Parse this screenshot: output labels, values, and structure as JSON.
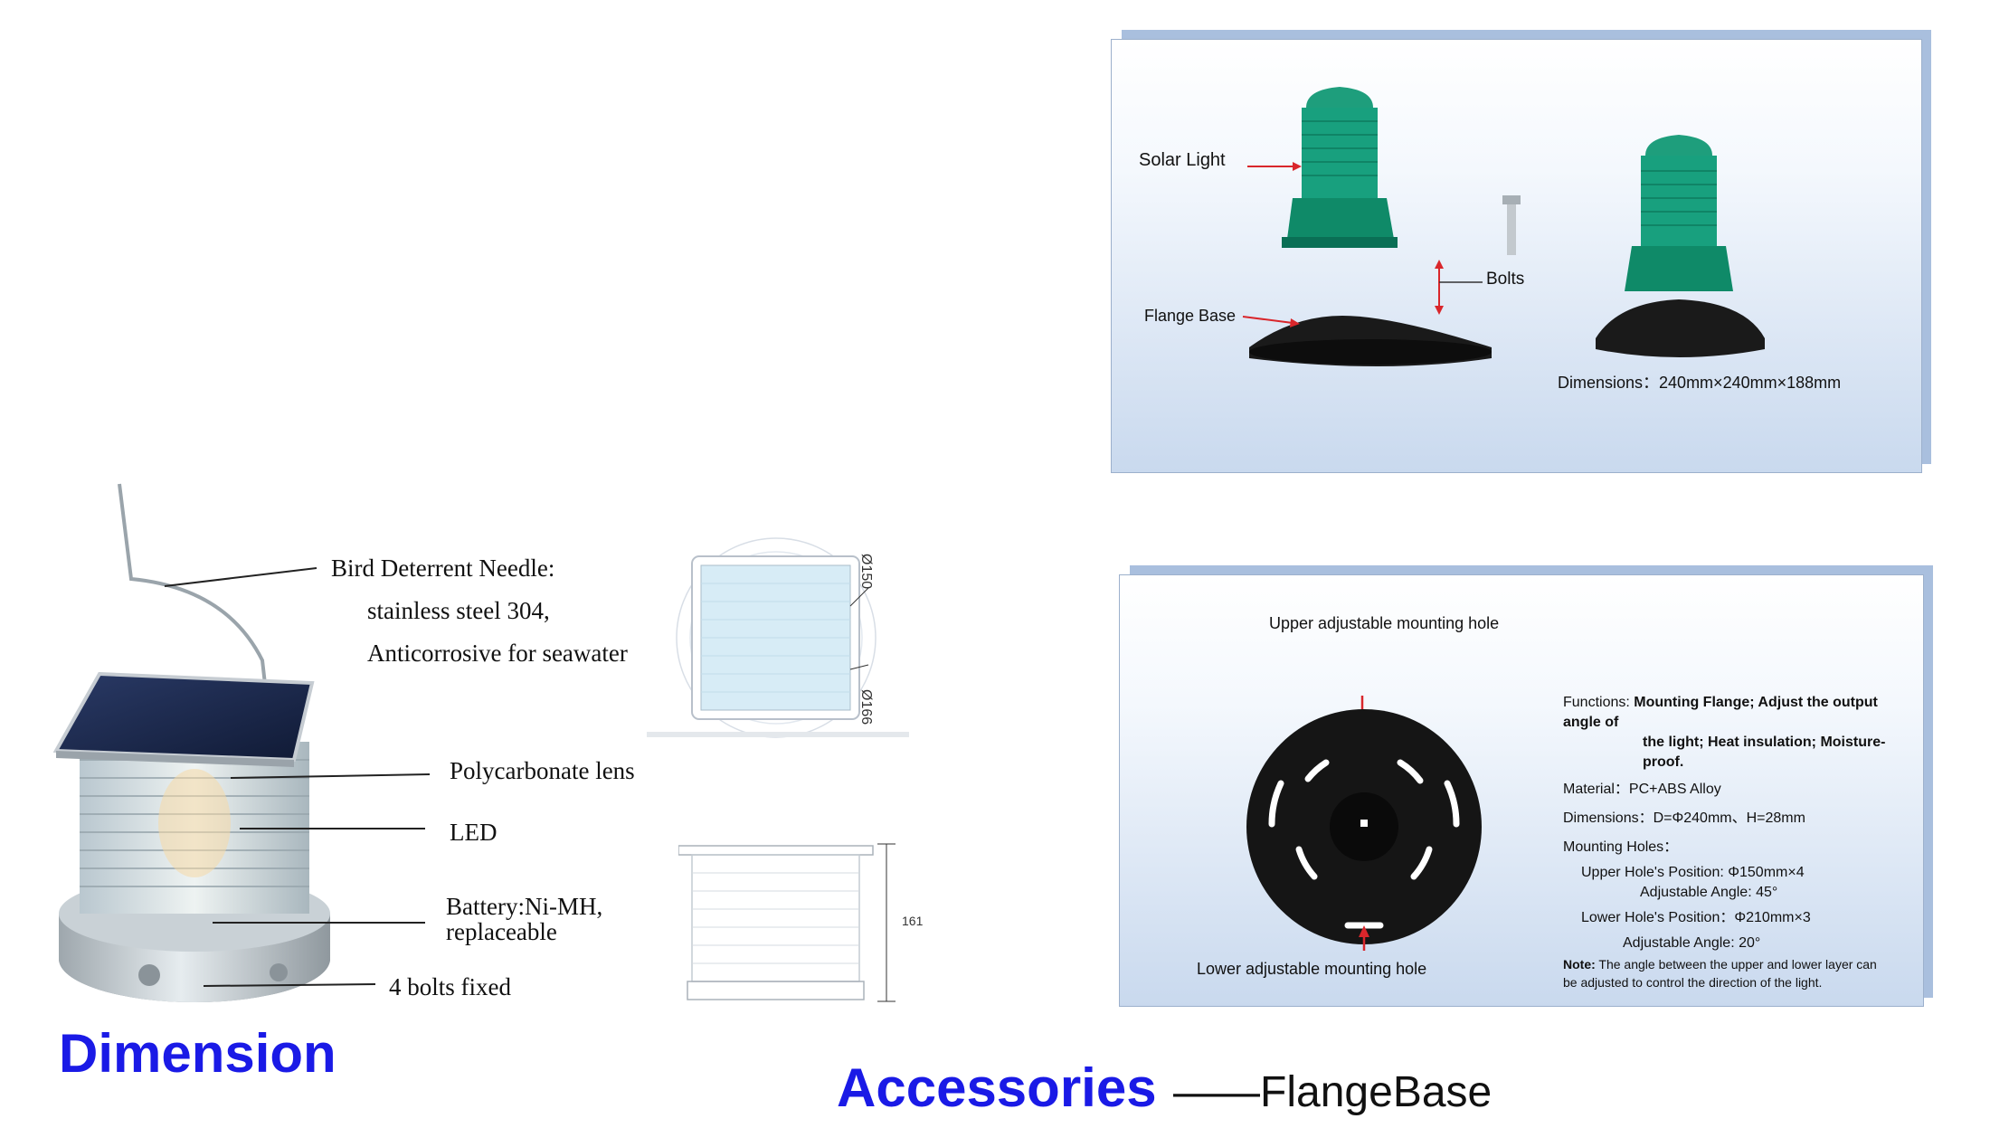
{
  "dimension_section": {
    "heading": "Dimension",
    "callouts": {
      "needle_1": "Bird Deterrent Needle:",
      "needle_2": "stainless steel 304,",
      "needle_3": "Anticorrosive for seawater",
      "lens": "Polycarbonate lens",
      "led": "LED",
      "battery_1": "Battery:Ni-MH,",
      "battery_2": "replaceable",
      "bolts": "4 bolts fixed"
    },
    "drawing": {
      "dia_150": "Ø150",
      "dia_166": "Ø166",
      "height": "161"
    }
  },
  "accessories_section": {
    "heading": "Accessories",
    "dash": "——",
    "subtitle": "FlangeBase",
    "panel_top": {
      "solar_light": "Solar Light",
      "bolts": "Bolts",
      "flange_base": "Flange Base",
      "dimensions": "Dimensions：240mm×240mm×188mm"
    },
    "panel_bottom": {
      "upper_hole": "Upper adjustable mounting hole",
      "lower_hole": "Lower adjustable mounting hole",
      "functions_label": "Functions:",
      "functions_1": "Mounting Flange; Adjust the output angle of",
      "functions_2": "the light; Heat insulation; Moisture-proof.",
      "material": "Material：PC+ABS Alloy",
      "dimensions": "Dimensions：D=Φ240mm、H=28mm",
      "mounting_holes": "Mounting Holes：",
      "upper_pos": "Upper  Hole's Position: Φ150mm×4",
      "upper_angle": "Adjustable Angle:   45°",
      "lower_pos": "Lower  Hole's Position：Φ210mm×3",
      "lower_angle": "Adjustable Angle:   20°",
      "note_label": "Note:",
      "note_1": "The angle between the upper and lower layer can",
      "note_2": "be adjusted to control the direction of the light."
    }
  },
  "colors": {
    "heading_blue": "#1a1ae6",
    "lens_green": "#12a07c",
    "arrow_red": "#d9262b",
    "panel_shadow": "#a9bfde"
  }
}
